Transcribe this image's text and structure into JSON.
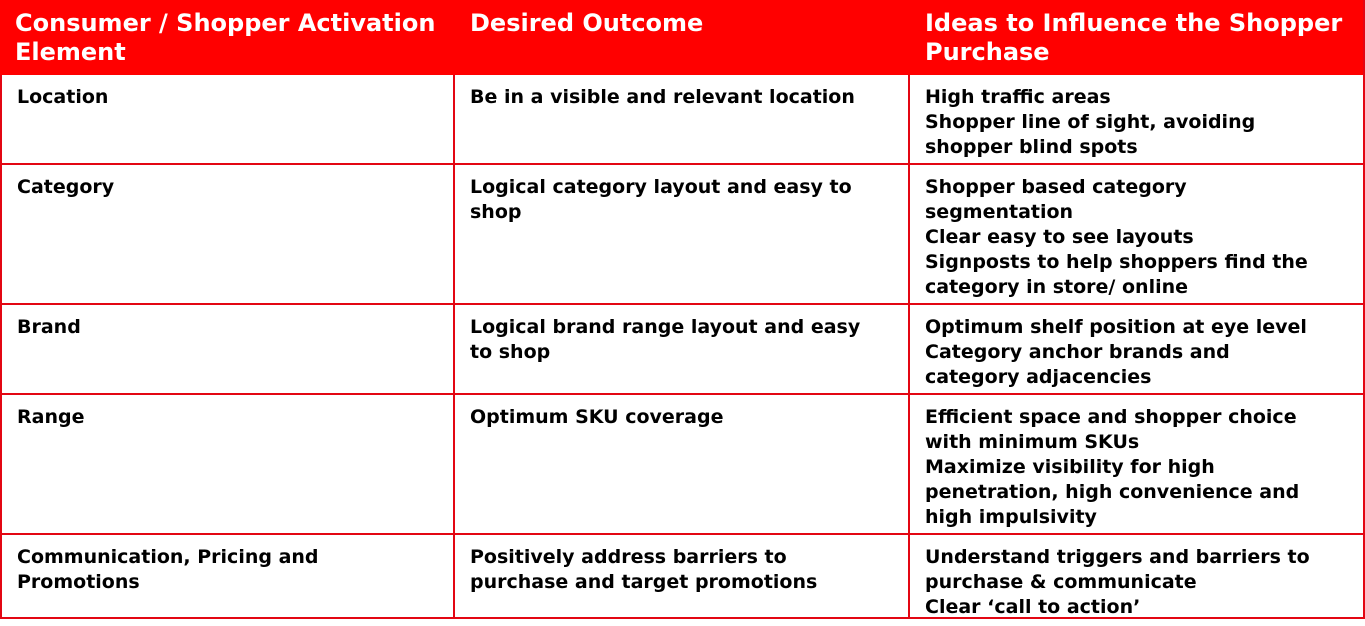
{
  "table": {
    "headers": [
      [
        "Consumer / Shopper Activation",
        "Element"
      ],
      [
        "Desired Outcome"
      ],
      [
        "Ideas to Influence the Shopper",
        "Purchase"
      ]
    ],
    "rows": [
      {
        "element": [
          "Location"
        ],
        "outcome": [
          "Be in a visible and relevant location"
        ],
        "ideas": [
          "High traffic areas",
          "Shopper line of sight, avoiding",
          "shopper blind spots"
        ]
      },
      {
        "element": [
          "Category"
        ],
        "outcome": [
          "Logical category layout and easy to",
          "shop"
        ],
        "ideas": [
          "Shopper based category",
          "segmentation",
          "Clear easy to see layouts",
          "Signposts to help shoppers find the",
          "category in store/ online"
        ]
      },
      {
        "element": [
          "Brand"
        ],
        "outcome": [
          "Logical brand range layout and easy",
          "to shop"
        ],
        "ideas": [
          "Optimum shelf position at eye level",
          "Category anchor brands and",
          "category adjacencies"
        ]
      },
      {
        "element": [
          "Range"
        ],
        "outcome": [
          "Optimum SKU coverage"
        ],
        "ideas": [
          "Efficient space and shopper choice",
          "with minimum SKUs",
          "Maximize visibility for high",
          "penetration, high convenience and",
          "high impulsivity"
        ]
      },
      {
        "element": [
          "Communication, Pricing and",
          "Promotions"
        ],
        "outcome": [
          "Positively address barriers to",
          "purchase and target promotions"
        ],
        "ideas": [
          "Understand triggers and barriers to",
          "purchase & communicate",
          "Clear ‘call to action’"
        ]
      }
    ]
  },
  "colors": {
    "header_background": "#ff0000",
    "header_text": "#ffffff",
    "border": "#e30613",
    "body_text": "#000000"
  }
}
